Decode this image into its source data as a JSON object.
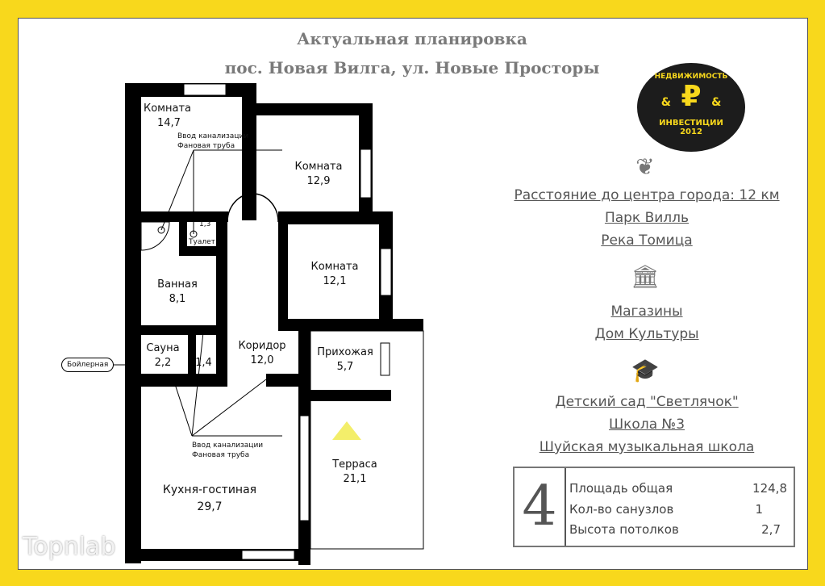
{
  "header": {
    "title": "Актуальная планировка",
    "subtitle": "пос. Новая Вилга, ул. Новые Просторы"
  },
  "logo": {
    "text_top": "НЕДВИЖИМОСТЬ",
    "text_bottom": "ИНВЕСТИЦИИ",
    "year": "2012",
    "symbol": "₽",
    "amp": "&",
    "bg": "#1c1c1c",
    "fg": "#f8d81c"
  },
  "rooms": [
    {
      "name": "Комната",
      "area": "14,7"
    },
    {
      "name": "Комната",
      "area": "12,9"
    },
    {
      "name": "Комната",
      "area": "12,1"
    },
    {
      "name": "Ванная",
      "area": "8,1"
    },
    {
      "name": "Туалет",
      "area": "1,3"
    },
    {
      "name": "Сауна",
      "area": "2,2"
    },
    {
      "name": "",
      "area": "1,4"
    },
    {
      "name": "Коридор",
      "area": "12,0"
    },
    {
      "name": "Прихожая",
      "area": "5,7"
    },
    {
      "name": "Терраса",
      "area": "21,1"
    },
    {
      "name": "Кухня-гостиная",
      "area": "29,7"
    }
  ],
  "notes": {
    "sewer": "Ввод канализации",
    "pipe": "Фановая труба",
    "boiler": "Бойлерная"
  },
  "info": {
    "nature_icon": "leaf-icon",
    "nature": [
      "Расстояние до центра города: 12 км",
      "Парк Вилль",
      "Река Томица"
    ],
    "culture_icon": "building-columns-icon",
    "culture": [
      "Магазины",
      "Дом Культуры"
    ],
    "education_icon": "graduation-cap-icon",
    "education": [
      "Детский сад \"Светлячок\"",
      "Школа №3",
      "Шуйская музыкальная школа"
    ]
  },
  "stats": {
    "rooms": "4",
    "rows": [
      {
        "label": "Площадь общая",
        "value": "124,8"
      },
      {
        "label": "Кол-во санузлов",
        "value": "1"
      },
      {
        "label": "Высота потолков",
        "value": "2,7"
      }
    ]
  },
  "watermark": "Topnlab"
}
